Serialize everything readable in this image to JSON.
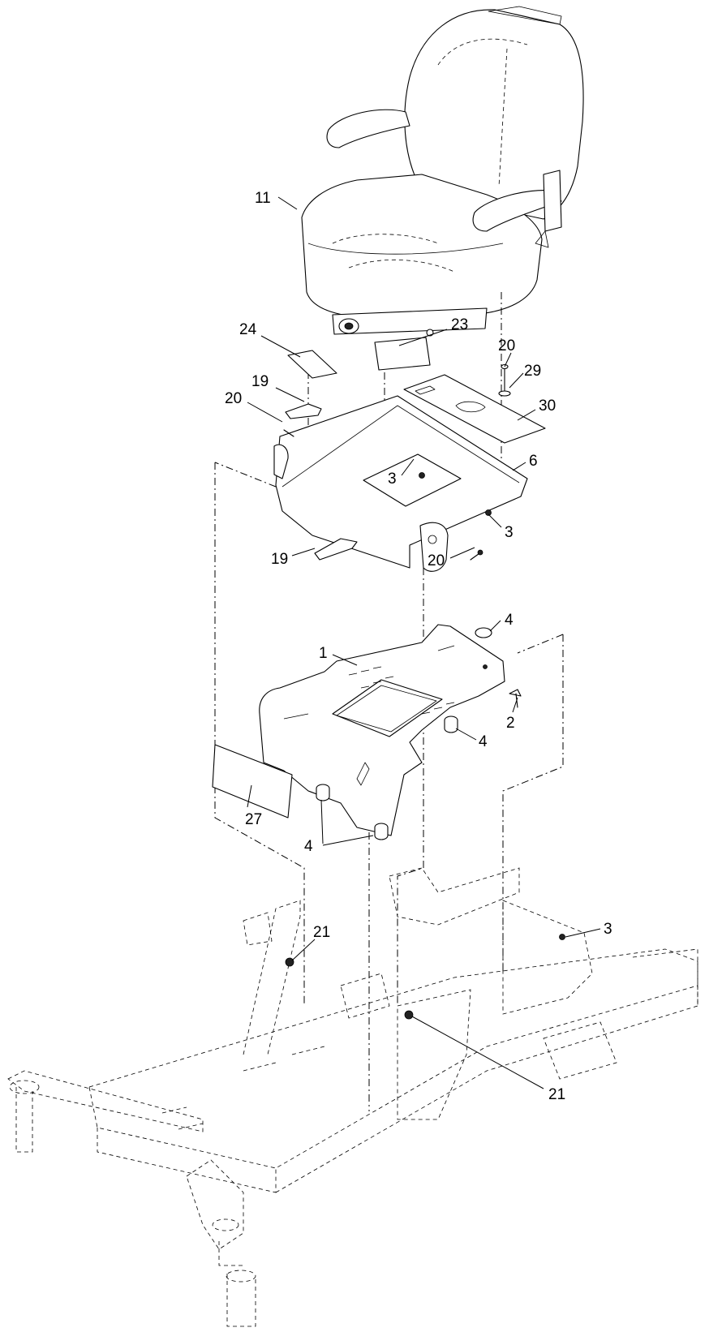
{
  "callouts": {
    "c11": "11",
    "c24": "24",
    "c23": "23",
    "c20a": "20",
    "c29": "29",
    "c19a": "19",
    "c20b": "20",
    "c30": "30",
    "c3a": "3",
    "c6": "6",
    "c3b": "3",
    "c19b": "19",
    "c20c": "20",
    "c4a": "4",
    "c1": "1",
    "c2": "2",
    "c4b": "4",
    "c27": "27",
    "c4c": "4",
    "c21a": "21",
    "c3c": "3",
    "c21b": "21"
  }
}
